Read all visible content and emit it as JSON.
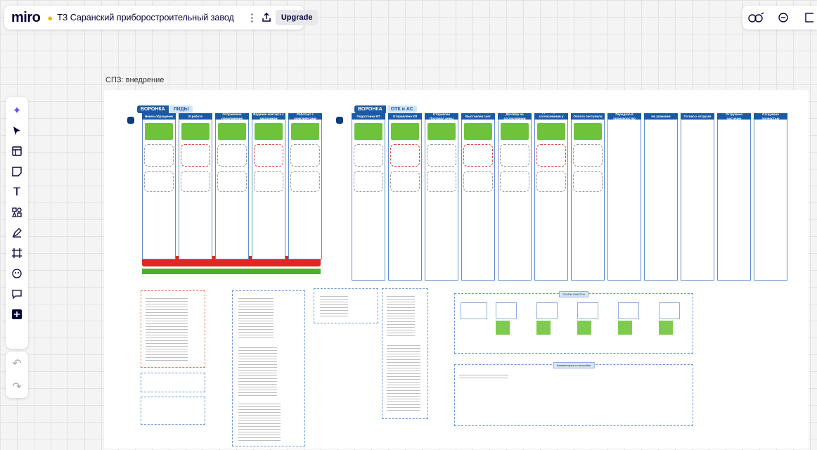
{
  "app": {
    "logo": "miro",
    "board_title": "ТЗ Саранский приборостроительный завод",
    "upgrade_label": "Upgrade"
  },
  "icons": {
    "bulb": "lightbulb-icon",
    "more": "more-vertical-icon",
    "share": "share-upload-icon",
    "reactions": "reactions-icon",
    "comments": "comment-icon",
    "panel": "panel-icon"
  },
  "toolbar": [
    "ai-sparkle-icon",
    "select-cursor-icon",
    "templates-icon",
    "sticky-note-icon",
    "text-icon",
    "shapes-icon",
    "pen-icon",
    "frame-icon",
    "stickers-icon",
    "comment-icon",
    "add-more-icon"
  ],
  "history": [
    "undo-icon",
    "redo-icon"
  ],
  "frame": {
    "label": "СПЗ: внедрение"
  },
  "funnels": [
    {
      "label": "ВОРОНКА",
      "tag": "ЛИДЫ",
      "columns": [
        "Новое обращение",
        "В работе",
        "Отправлено предложение",
        "Ведение контакта с заказчиком",
        "Работает с конкурентами"
      ]
    },
    {
      "label": "ВОРОНКА",
      "tag": "ОТК и АС",
      "columns": [
        "Подготовка КП",
        "Отправлено КП",
        "Отправлен Протокол цены",
        "Выставлен счет",
        "Договор на согласовании",
        "Договор на согласовании у клиента",
        "Оплата поступила",
        "Передача в производство",
        "На упаковке",
        "Готово к отгрузке",
        "Отгружено частично",
        "Отгружено полностью"
      ]
    }
  ],
  "sections": {
    "stages": "ЭТАПЫ РАБОТЫ",
    "comments": "Комментарии и настройки"
  },
  "colors": {
    "accent": "#1a5aa5",
    "green": "#6fc33a",
    "red": "#e52620",
    "canvas": "#f4f4f4"
  }
}
